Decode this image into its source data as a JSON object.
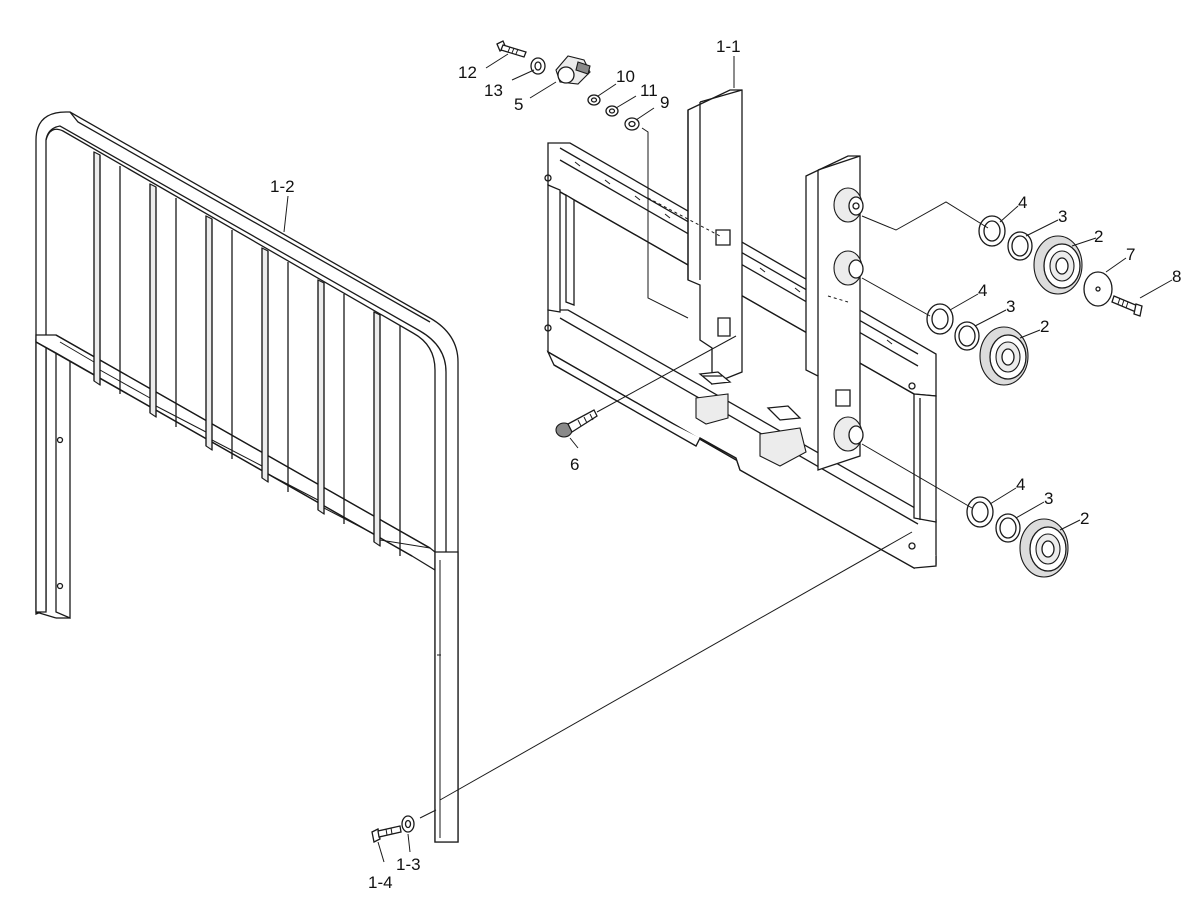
{
  "labels": {
    "p1_1": "1-1",
    "p1_2": "1-2",
    "p1_3": "1-3",
    "p1_4": "1-4",
    "p2a": "2",
    "p2b": "2",
    "p2c": "2",
    "p3a": "3",
    "p3b": "3",
    "p3c": "3",
    "p4a": "4",
    "p4b": "4",
    "p4c": "4",
    "p5": "5",
    "p6": "6",
    "p7": "7",
    "p8": "8",
    "p9": "9",
    "p10": "10",
    "p11": "11",
    "p12": "12",
    "p13": "13"
  },
  "colors": {
    "line": "#1a1a1a",
    "background": "#ffffff"
  }
}
